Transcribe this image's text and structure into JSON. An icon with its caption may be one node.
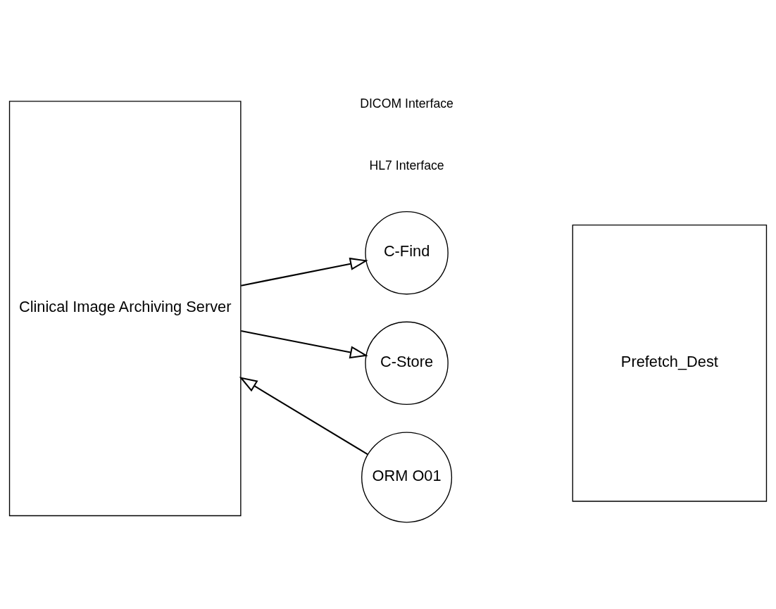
{
  "diagram": {
    "nodes": [
      {
        "text": [
          "Clinical Image Archiving Server"
        ]
      },
      {
        "text": [
          "ORM O01"
        ]
      },
      {
        "text": [
          "C-Find"
        ]
      },
      {
        "text": [
          "C-Store"
        ]
      },
      {
        "text": [
          "Prefetch_Dest"
        ]
      }
    ],
    "edges": [
      {
        "from": 1,
        "to": 0,
        "arrow": "to"
      },
      {
        "from": 0,
        "to": 2,
        "arrow": "to"
      },
      {
        "from": 0,
        "to": 3,
        "arrow": "to"
      }
    ],
    "labels": [
      "HL7 Interface",
      "DICOM Interface"
    ]
  }
}
